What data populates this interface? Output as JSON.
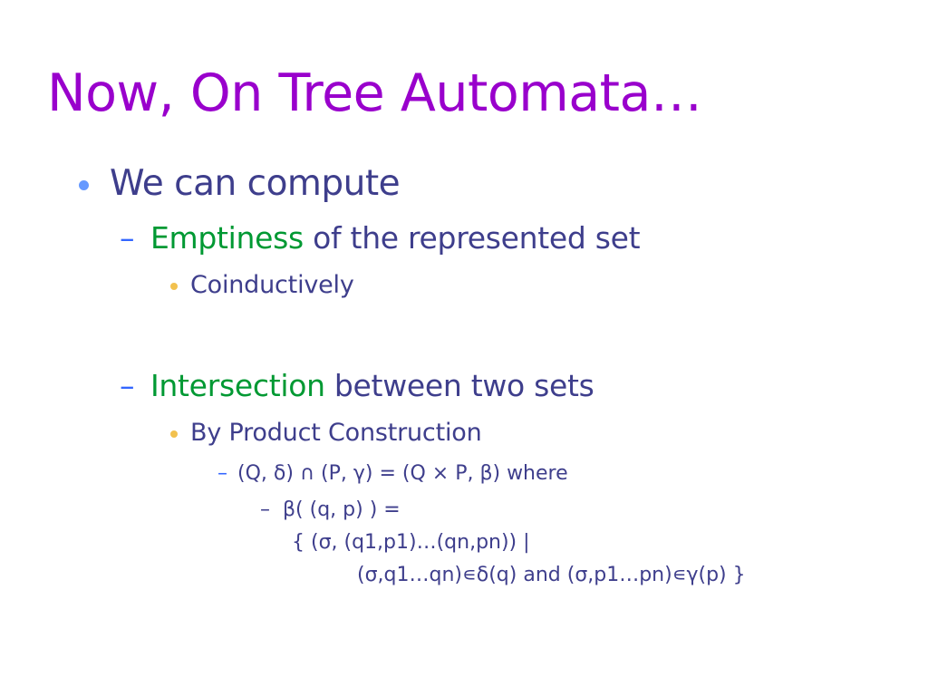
{
  "slide": {
    "title": "Now, On Tree Automata…",
    "colors": {
      "title": "#9900cc",
      "body": "#3e3e8c",
      "keyword": "#009933",
      "bullet_level1": "#6699ff",
      "bullet_level3": "#f2c14e",
      "dash_level2": "#3366ff"
    },
    "items": [
      {
        "level": 1,
        "text": "We can compute"
      },
      {
        "level": 2,
        "keyword": "Emptiness",
        "text": " of the represented set"
      },
      {
        "level": 3,
        "text": "Coinductively"
      },
      {
        "level": 2,
        "keyword": "Intersection",
        "text": " between two sets"
      },
      {
        "level": 3,
        "text": "By Product Construction"
      },
      {
        "level": 4,
        "text": "(Q, δ) ∩ (P, γ) = (Q × P, β) where"
      },
      {
        "level": 5,
        "dash": "–",
        "text": "β( (q, p) ) ="
      },
      {
        "level": 6,
        "text": "{ (σ, (q1,p1)…(qn,pn))  |"
      },
      {
        "level": 7,
        "text": "(σ,q1…qn)∊δ(q)   and   (σ,p1…pn)∊γ(p)  }"
      }
    ]
  }
}
